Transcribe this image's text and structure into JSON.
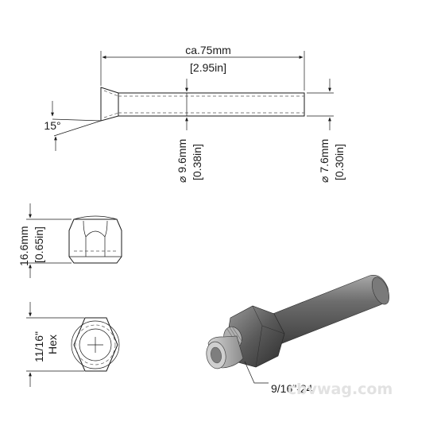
{
  "tube": {
    "length_mm": "ca.75mm",
    "length_in": "[2.95in]",
    "angle": "15°",
    "outer_diameter_mm": "⌀ 9.6mm",
    "outer_diameter_in": "[0.38in]",
    "end_diameter_mm": "⌀ 7.6mm",
    "end_diameter_in": "[0.30in]"
  },
  "nut": {
    "height_mm": "16.6mm",
    "height_in": "[0.65in]",
    "hex_size": "11/16\"",
    "hex_label": "Hex",
    "thread": "9/16\"-24"
  },
  "watermark": "cbvwag.com",
  "colors": {
    "line": "#1a1a1a",
    "metal_dark": "#4d4d4d",
    "metal_mid": "#8a8a8a",
    "metal_light": "#c8c8c8"
  }
}
